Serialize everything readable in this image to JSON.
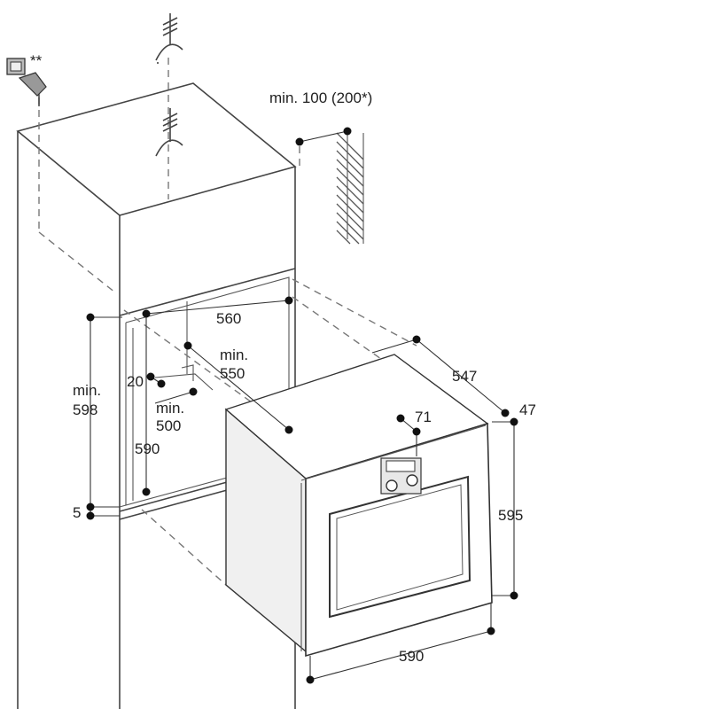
{
  "labels": {
    "double_star": "**",
    "vent_clearance": "min. 100 (200*)",
    "niche_width": "560",
    "depth_550_a": "min.",
    "depth_550_b": "550",
    "gap_20": "20",
    "depth_500_a": "min.",
    "depth_500_b": "500",
    "height_598_a": "min.",
    "height_598_b": "598",
    "height_590": "590",
    "gap_5": "5",
    "oven_depth": "547",
    "front_47": "47",
    "panel_71": "71",
    "oven_height": "595",
    "oven_width": "590"
  },
  "icons": [
    "wall-socket-icon",
    "power-plug-icon",
    "no-fixing-icon",
    "wall-hatch-icon"
  ]
}
